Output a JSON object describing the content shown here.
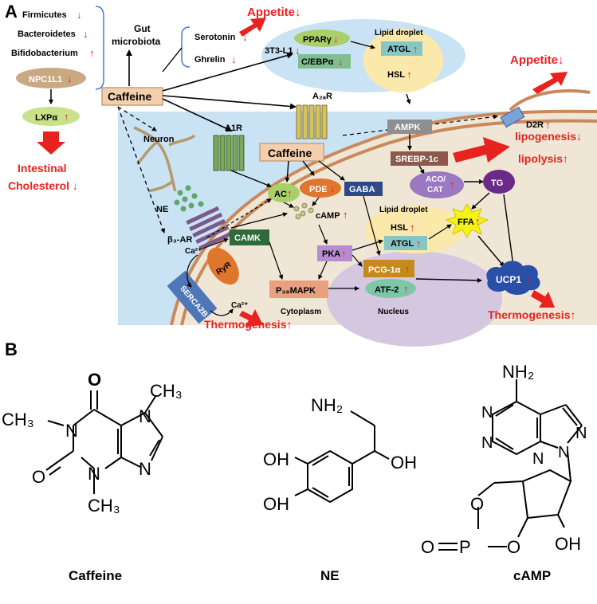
{
  "panel_a": {
    "label": "A",
    "microbiota_list": [
      "Firmicutes",
      "Bacteroidetes",
      "Bifidobacterium"
    ],
    "microbiota_arrows": [
      "↓",
      "↓",
      "↑"
    ],
    "gut_microbiota": [
      "Gut",
      "microbiota"
    ],
    "npc1l1": "NPC1L1",
    "npc1l1_arrow": "↓",
    "lxra": "LXPα",
    "lxra_arrow": "↑",
    "intestinal": [
      "Intestinal",
      "Cholesterol ↓"
    ],
    "serotonin": "Serotonin",
    "serotonin_arrow": "↓",
    "ghrelin": "Ghrelin",
    "ghrelin_arrow": "↓",
    "appetite_top": "Appetite↓",
    "cell_3t3": "3T3-L1",
    "cell_3t3_arrow": "↓",
    "ppar": "PPARγ",
    "ppar_arrow": "↓",
    "cebpa": "C/EBPα",
    "cebpa_arrow": "↓",
    "lipid_droplet_top": "Lipid droplet",
    "atgl_top": "ATGL",
    "atgl_top_arrow": "↑",
    "hsl_top": "HSL",
    "hsl_top_arrow": "↑",
    "appetite_right": "Appetite↓",
    "caffeine_main": "Caffeine",
    "a2ar": "A₂ₐR",
    "d2r": "D2R",
    "d2r_arrow": "↑",
    "neuron": "Neuron",
    "ne": "NE",
    "b3ar": "β₃-AR",
    "a1r": "A1R",
    "caffeine_cell": "Caffeine",
    "ampk": "AMPK",
    "srebp": "SREBP-1c",
    "srebp_arrow": "↓",
    "lipogenesis": "lipogenesis↓",
    "lipolysis": "lipolysis↑",
    "ac": "AC",
    "ac_arrow": "↑",
    "pde": "PDE",
    "pde_arrow": "↓",
    "gaba": "GABA",
    "gaba_arrow": "↑",
    "aco": "ACO/",
    "cat": "CAT",
    "aco_arrow": "↑",
    "tg": "TG",
    "tg_arrow": "↓",
    "camp": "cAMP",
    "camp_arrow": "↑",
    "lipid_droplet_mid": "Lipid droplet",
    "hsl_mid": "HSL",
    "hsl_mid_arrow": "↑",
    "atgl_mid": "ATGL",
    "atgl_mid_arrow": "↑",
    "ffa": "FFA",
    "ffa_arrow": "↑",
    "ca_top": "Ca²⁺",
    "camk": "CAMK",
    "ryr": "RyR",
    "pka": "PKA",
    "pka_arrow": "↑",
    "pcg": "PCG-1α",
    "pcg_arrow": "↑",
    "atf": "ATF-2",
    "atf_arrow": "↑",
    "ucp1": "UCP1",
    "ucp1_arrow": "↑",
    "serca": "SERCA2B",
    "ca_bottom": "Ca²⁺",
    "p38": "P₃₈MAPK",
    "cytoplasm": "Cytoplasm",
    "nucleus": "Nucleus",
    "thermo_left": "Thermogenesis↑",
    "thermo_right": "Thermogenesis↑"
  },
  "panel_b": {
    "label": "B",
    "caffeine": {
      "name": "Caffeine",
      "atoms": [
        "O",
        "O",
        "N",
        "N",
        "N",
        "N",
        "CH₃",
        "CH₃",
        "CH₃"
      ]
    },
    "ne": {
      "name": "NE",
      "atoms": [
        "NH₂",
        "OH",
        "OH",
        "OH"
      ]
    },
    "camp": {
      "name": "cAMP",
      "atoms": [
        "NH₂",
        "N",
        "N",
        "N",
        "N",
        "N",
        "O",
        "O",
        "P",
        "O",
        "OH"
      ]
    }
  },
  "colors": {
    "red": "#e8231f",
    "cell_bg": "#c9e3f4",
    "cytoplasm": "#f0e6d6",
    "nucleus": "#d6c7e0",
    "lipid": "#fbe9ab",
    "dark_green": "#4a7a3a",
    "blue_box": "#2a4a8a",
    "brown": "#8b5a4a",
    "orange": "#e0762e",
    "purple": "#9a78c2",
    "teal": "#7cc7c1",
    "gold": "#c68a1c",
    "tan_box": "#f3cfae"
  }
}
